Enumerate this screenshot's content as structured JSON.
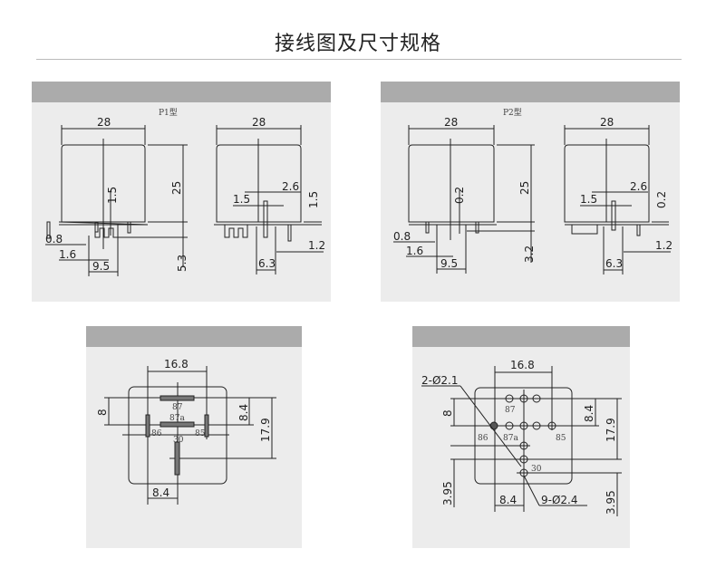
{
  "title": "接线图及尺寸规格",
  "p1": {
    "label": "P1型",
    "w1": "28",
    "w2": "28",
    "h": "25",
    "a": "1.5",
    "b": "0.8",
    "c": "1.6",
    "d": "9.5",
    "e": "5.3",
    "f": "2.6",
    "g": "1.5",
    "h2": "1.5",
    "i": "1.2",
    "j": "6.3"
  },
  "p2": {
    "label": "P2型",
    "w1": "28",
    "w2": "28",
    "h": "25",
    "a": "0.2",
    "b": "0.8",
    "c": "1.6",
    "d": "9.5",
    "e": "3.2",
    "f": "2.6",
    "g": "1.5",
    "h2": "0.2",
    "i": "1.2",
    "j": "6.3"
  },
  "pin_layout": {
    "w": "16.8",
    "left": "8",
    "right": "8.4",
    "total": "17.9",
    "bottom": "8.4",
    "pins": [
      "87",
      "87a",
      "86",
      "85",
      "30"
    ]
  },
  "pcb_layout": {
    "w": "16.8",
    "left": "8",
    "right": "8.4",
    "total": "17.9",
    "bottom": "8.4",
    "left_low": "3.95",
    "right_low": "3.95",
    "holes_small": "2-Ø2.1",
    "holes_large": "9-Ø2.4",
    "pins": [
      "87",
      "86",
      "87a",
      "85",
      "30"
    ]
  }
}
